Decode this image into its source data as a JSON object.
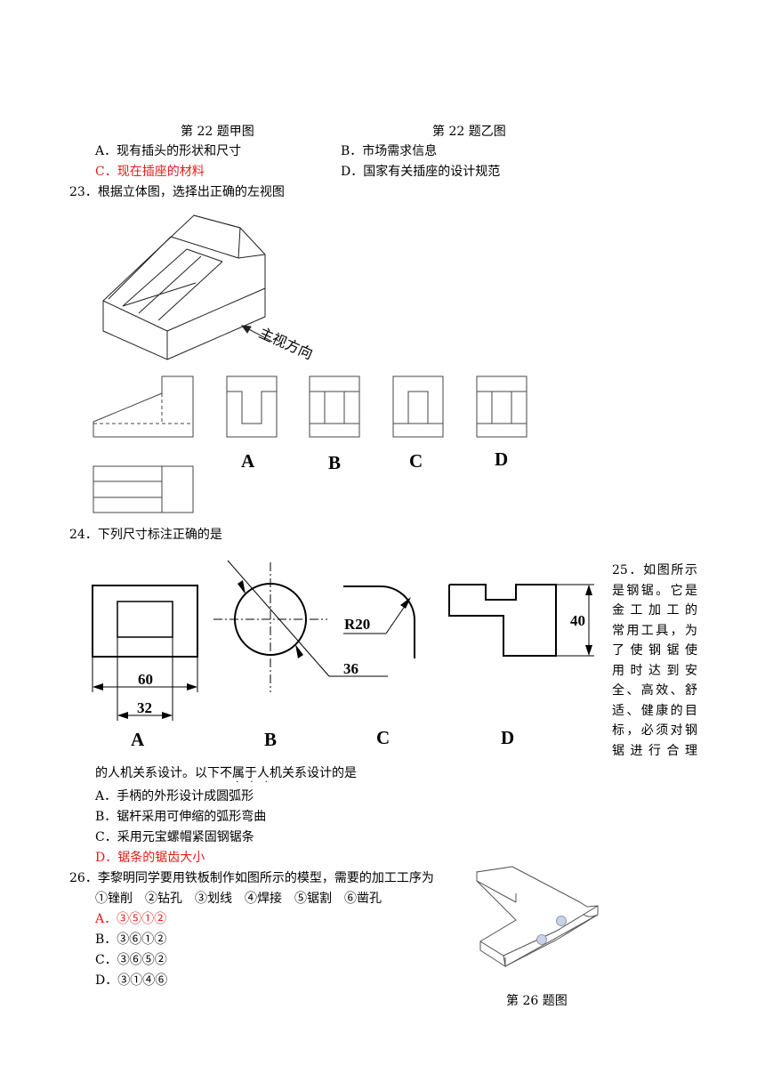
{
  "q22": {
    "caption_a": "第 22 题甲图",
    "caption_b": "第 22 题乙图",
    "opt_a": "A．现有插头的形状和尺寸",
    "opt_b": "B．市场需求信息",
    "opt_c": "C．现在插座的材料",
    "opt_d": "D．国家有关插座的设计规范"
  },
  "q23": {
    "stem": "23．根据立体图，选择出正确的左视图",
    "direction_label": "主视方向",
    "labels": [
      "A",
      "B",
      "C",
      "D"
    ]
  },
  "q24": {
    "stem": "24．下列尺寸标注正确的是",
    "dim_60": "60",
    "dim_32": "32",
    "dim_36": "36",
    "dim_r20": "R20",
    "dim_40": "40",
    "labels": [
      "A",
      "B",
      "C",
      "D"
    ]
  },
  "q25": {
    "side_lines": [
      "25．如图所示",
      "是钢锯。它是",
      "金工加工的",
      "常用工具，为",
      "了使钢锯使",
      "用时达到安",
      "全、高效、舒",
      "适、健康的目",
      "标，必须对钢",
      "锯进行合理"
    ],
    "stem_cont": "的人机关系设计。以下不属于人机关系设计的是",
    "opt_a": "A．手柄的外形设计成圆弧形",
    "opt_b": "B．锯杆采用可伸缩的弧形弯曲",
    "opt_c": "C．采用元宝螺帽紧固钢锯条",
    "opt_d": "D．锯条的锯齿大小"
  },
  "q26": {
    "stem": "26．李黎明同学要用铁板制作如图所示的模型，需要的加工工序为",
    "steps": "①锉削　②钻孔　③划线　④焊接　⑤锯割　⑥凿孔",
    "opt_a": "A．③⑤①②",
    "opt_b": "B．③⑥①②",
    "opt_c": "C．③⑥⑤②",
    "opt_d": "D．③①④⑥",
    "caption": "第 26 题图"
  }
}
